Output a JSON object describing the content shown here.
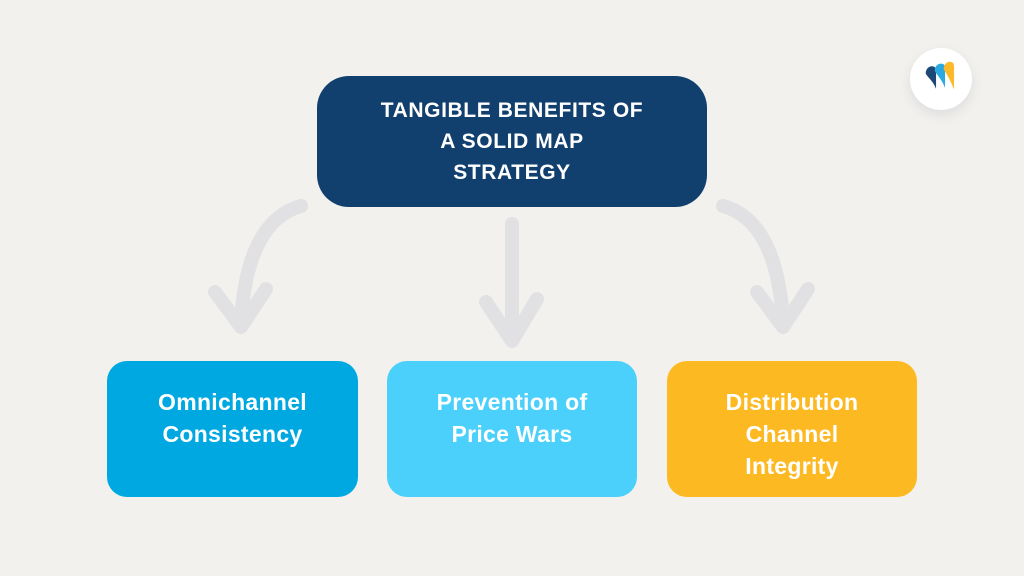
{
  "canvas": {
    "background_color": "#f2f1ee"
  },
  "title_box": {
    "label": "TANGIBLE BENEFITS OF A SOLID MAP STRATEGY",
    "lines": [
      "TANGIBLE BENEFITS OF",
      "A SOLID MAP",
      "STRATEGY"
    ],
    "bg_color": "#12406e",
    "text_color": "#ffffff"
  },
  "benefit_boxes": [
    {
      "label": "Omnichannel Consistency",
      "lines": {
        "0": "Omnichannel",
        "1": "Consistency",
        "2": ""
      },
      "bg_color": "#00a8e1"
    },
    {
      "label": "Prevention of Price Wars",
      "lines": {
        "0": "Prevention of",
        "1": "Price Wars",
        "2": ""
      },
      "bg_color": "#4ad0fa"
    },
    {
      "label": "Distribution Channel Integrity",
      "lines": {
        "0": "Distribution",
        "1": "Channel",
        "2": "Integrity"
      },
      "bg_color": "#fdb922"
    }
  ],
  "arrows": {
    "color": "#e1e1e3",
    "stroke_width": "14",
    "count": 3,
    "direction": "top box branching down to three boxes"
  },
  "logo": {
    "name": "brand-logo-m",
    "circle_color": "#ffffff",
    "stroke_colors": [
      "#1c4876",
      "#2ba9e1",
      "#fdb92a"
    ]
  }
}
